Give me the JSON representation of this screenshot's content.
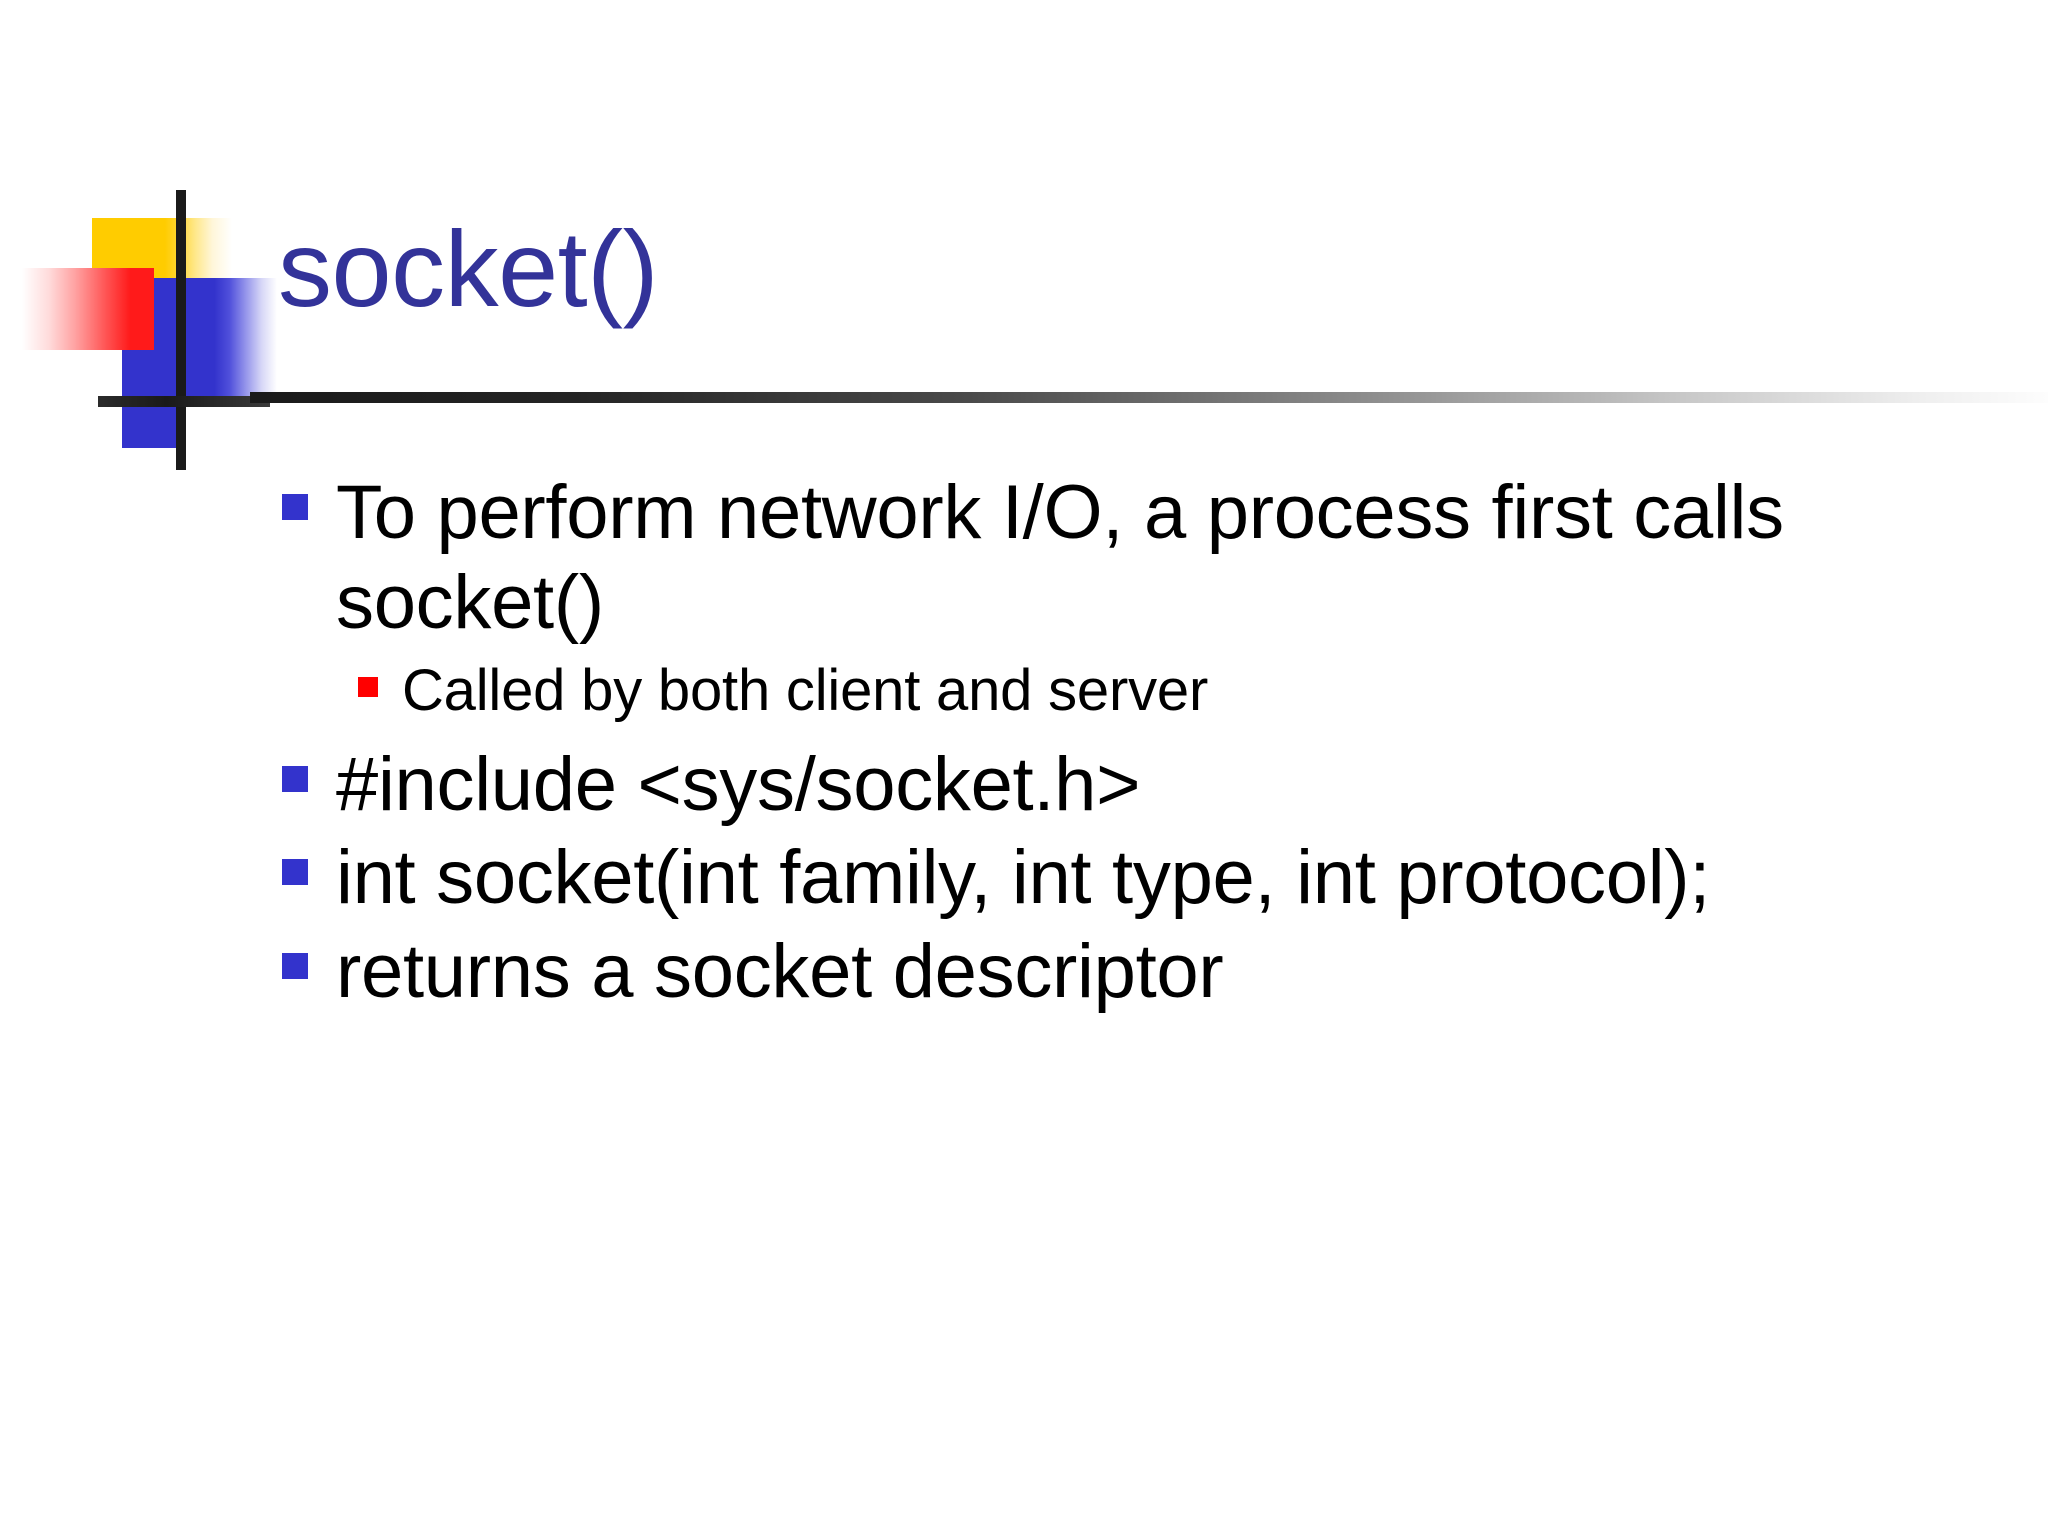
{
  "slide": {
    "title": "socket()",
    "title_color": "#333399",
    "background_color": "#ffffff",
    "body_text_color": "#000000",
    "bullet_level1_color": "#3333cc",
    "bullet_level2_color": "#ff0000",
    "decoration": {
      "name": "mondrian-corner-logo",
      "yellow": "#FFCC00",
      "red": "#FF1A1A",
      "blue": "#3333CC",
      "bar": "#1A1A1A"
    },
    "bullets": [
      {
        "level": 1,
        "text": "To perform network I/O, a process first calls socket()"
      },
      {
        "level": 2,
        "text": "Called by both client and server"
      },
      {
        "level": 1,
        "text": "#include <sys/socket.h>"
      },
      {
        "level": 1,
        "text": "int socket(int family, int type, int protocol);"
      },
      {
        "level": 1,
        "text": "returns a socket descriptor"
      }
    ]
  }
}
